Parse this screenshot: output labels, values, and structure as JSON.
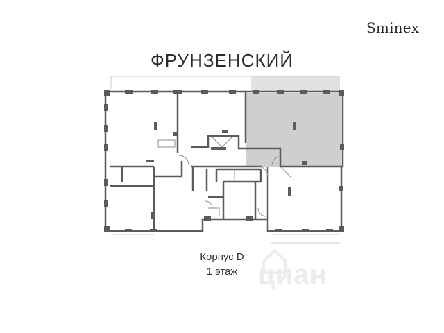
{
  "brand": {
    "logo_text": "Sminex"
  },
  "plan": {
    "title": "ФРУНЗЕНСКИЙ",
    "building_label": "Корпус D",
    "floor_label": "1 этаж",
    "highlight_color": "#cfcfcf",
    "wall_color": "#5b5b5b"
  },
  "watermark": {
    "text": "циан",
    "icon": "cian-house-icon"
  }
}
